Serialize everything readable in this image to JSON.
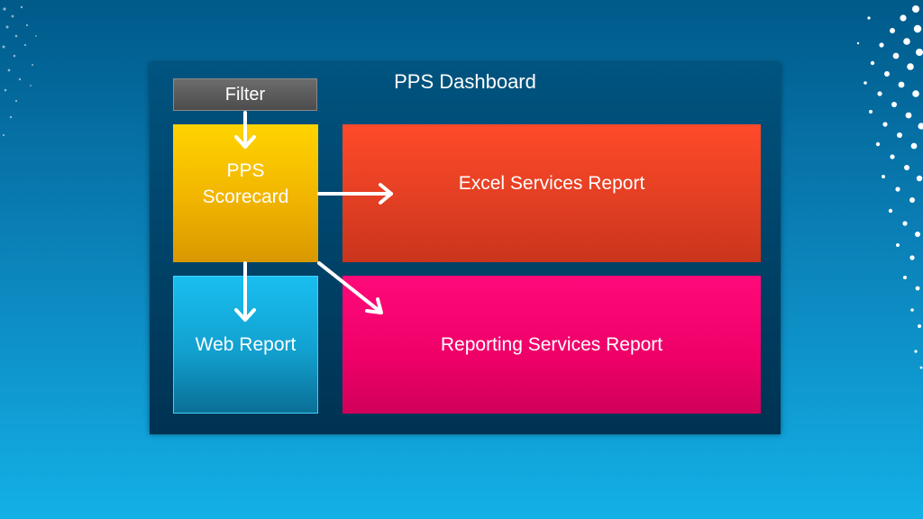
{
  "dashboard": {
    "title": "PPS Dashboard",
    "filter_label": "Filter",
    "scorecard_line1": "PPS",
    "scorecard_line2": "Scorecard",
    "web_report_label": "Web Report",
    "excel_report_label": "Excel Services Report",
    "reporting_report_label": "Reporting Services Report"
  },
  "colors": {
    "background": "#0a7fb6",
    "panel": "#004a72",
    "filter": "#5e5e5e",
    "scorecard": "#f1b400",
    "web_report": "#12a0cf",
    "excel_report": "#e03e22",
    "reporting_report": "#ee0068",
    "arrow": "#ffffff"
  }
}
